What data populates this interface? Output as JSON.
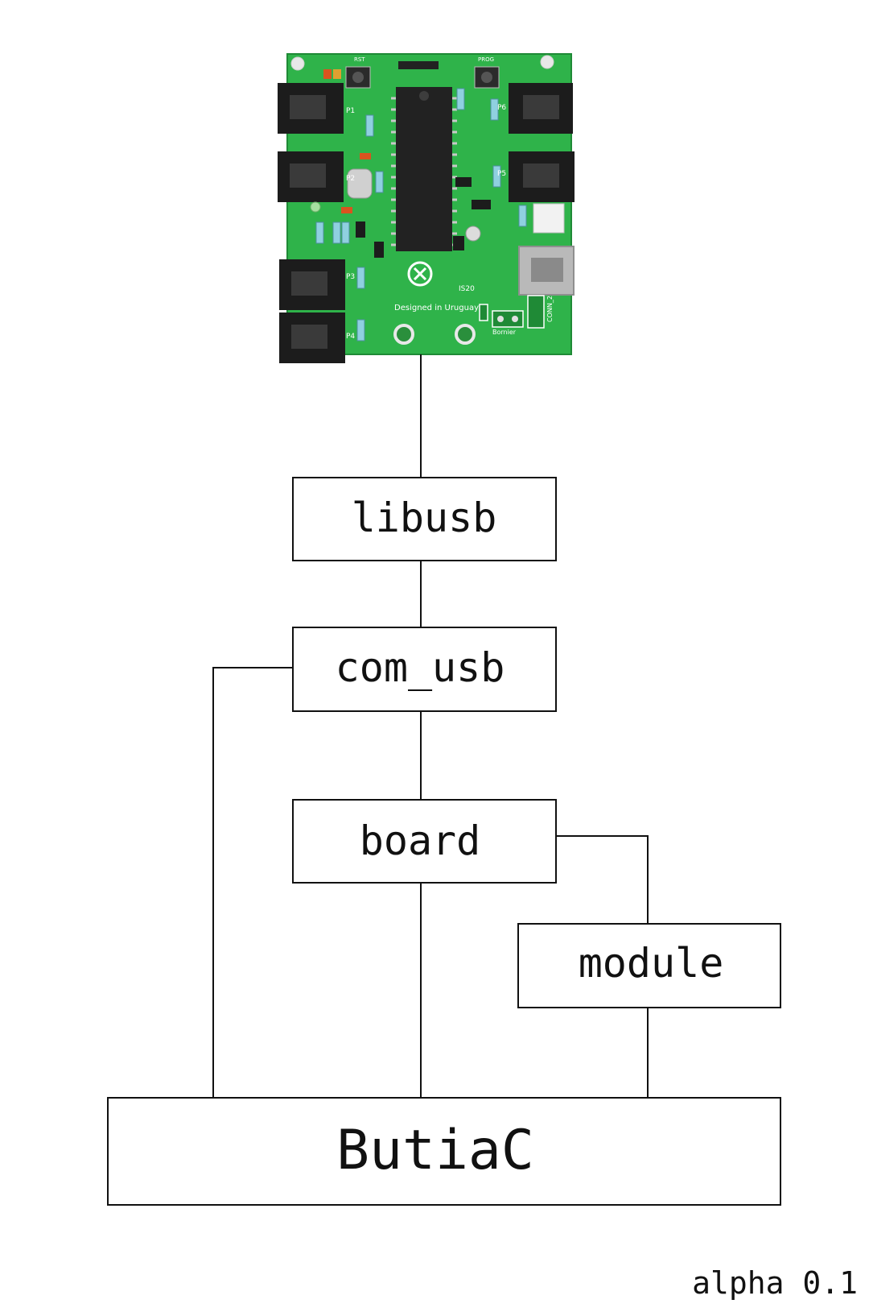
{
  "diagram": {
    "nodes": {
      "libusb": "libusb",
      "com_usb": "com_usb",
      "board": "board",
      "module": "module",
      "butiac": "ButiaC"
    },
    "edges": [
      [
        "board-photo",
        "libusb"
      ],
      [
        "libusb",
        "com_usb"
      ],
      [
        "com_usb",
        "board"
      ],
      [
        "com_usb",
        "butiac"
      ],
      [
        "board",
        "module"
      ],
      [
        "board",
        "butiac"
      ],
      [
        "module",
        "butiac"
      ]
    ],
    "board_photo": {
      "silkscreen": {
        "designed_in": "Designed in Uruguay",
        "year": "IS20",
        "bornier": "Bornier",
        "conn": "CONN_2",
        "rst": "RST",
        "prog": "PROG",
        "ports": [
          "P1",
          "P2",
          "P3",
          "P4",
          "P5",
          "P6"
        ]
      }
    },
    "colors": {
      "pcb": "#2fb34a",
      "line": "#111111",
      "box_fill": "#ffffff"
    }
  },
  "footer": {
    "version": "alpha 0.1"
  }
}
